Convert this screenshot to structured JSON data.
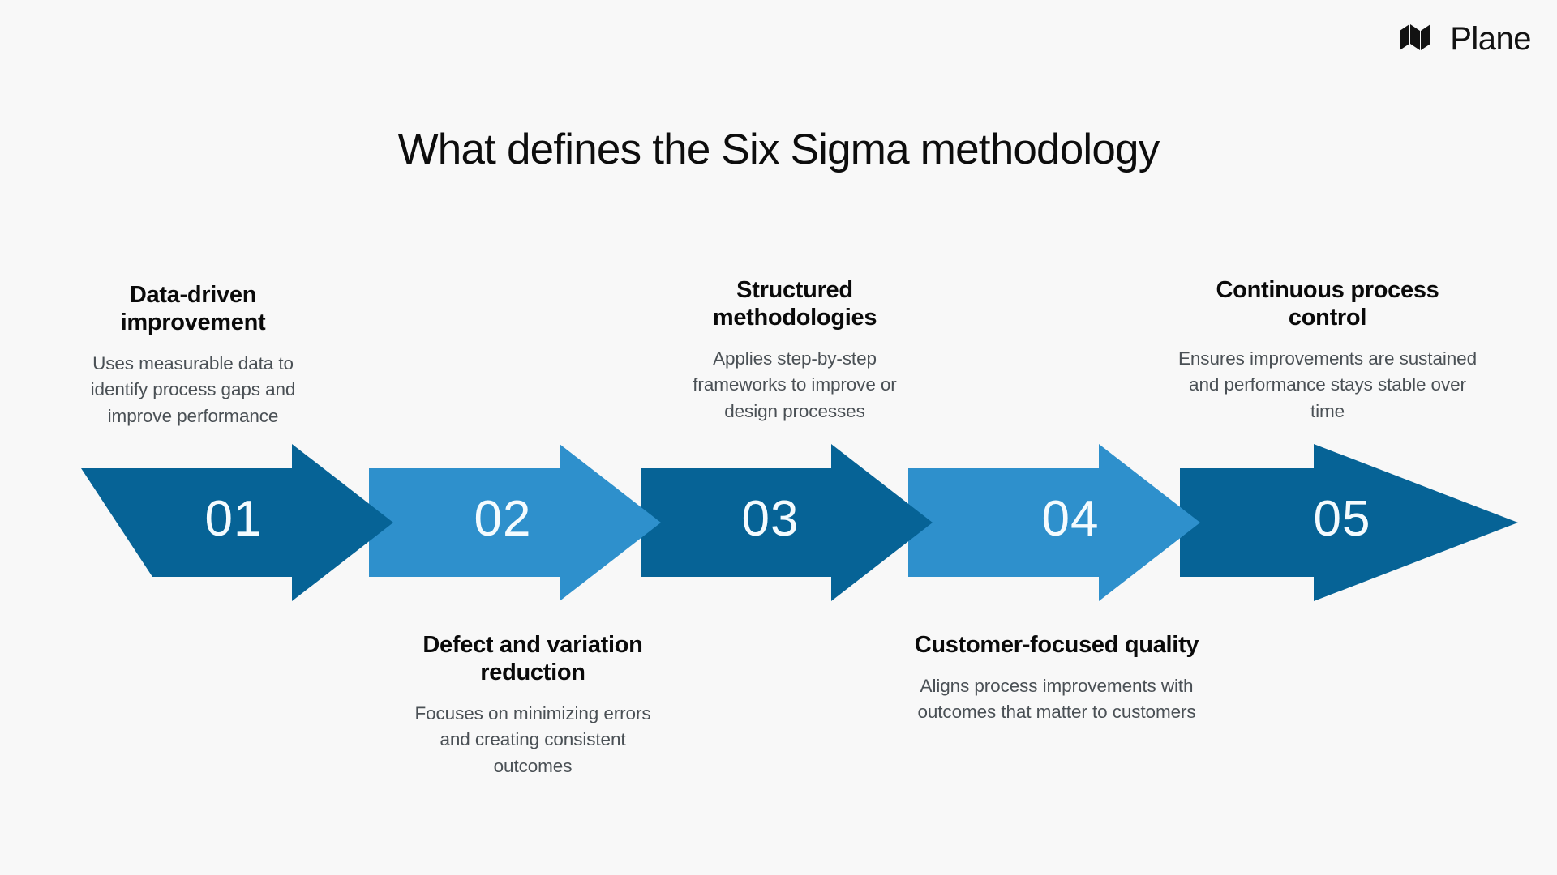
{
  "brand": {
    "name": "Plane",
    "logo_icon": "plane-logo-icon"
  },
  "title": "What defines the Six Sigma methodology",
  "colors": {
    "background": "#f8f8f8",
    "arrow_dark": "#066396",
    "arrow_light": "#2e90cc",
    "number_text": "#f4fbfe",
    "title_text": "#0d0d0d",
    "body_text": "#4a5055"
  },
  "chart_data": {
    "type": "diagram",
    "subtype": "process-arrow-timeline",
    "title": "What defines the Six Sigma methodology",
    "step_count": 5,
    "steps": [
      {
        "number": "01",
        "title": "Data-driven improvement",
        "description": "Uses measurable data to identify process gaps and improve performance",
        "position": "above",
        "color": "#066396"
      },
      {
        "number": "02",
        "title": "Defect and variation reduction",
        "description": "Focuses on minimizing errors and creating consistent outcomes",
        "position": "below",
        "color": "#2e90cc"
      },
      {
        "number": "03",
        "title": "Structured methodologies",
        "description": "Applies step-by-step frameworks to improve or design processes",
        "position": "above",
        "color": "#066396"
      },
      {
        "number": "04",
        "title": "Customer-focused quality",
        "description": "Aligns process improvements with outcomes that matter to customers",
        "position": "below",
        "color": "#2e90cc"
      },
      {
        "number": "05",
        "title": "Continuous process control",
        "description": "Ensures improvements are sustained and performance stays stable over time",
        "position": "above",
        "color": "#066396"
      }
    ]
  }
}
